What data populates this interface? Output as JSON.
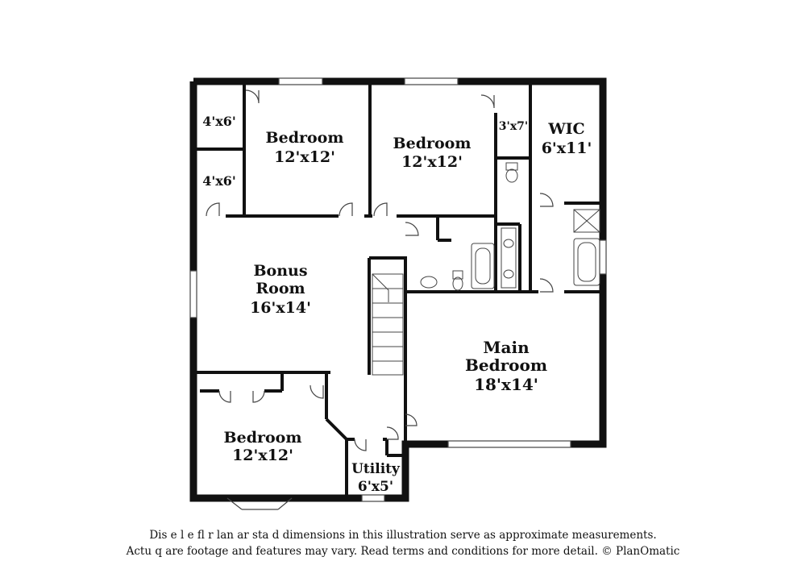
{
  "rooms": {
    "closet_top": {
      "dims": "4'x6'"
    },
    "closet_bottom": {
      "dims": "4'x6'"
    },
    "bedroom_left": {
      "name": "Bedroom",
      "dims": "12'x12'"
    },
    "bedroom_mid": {
      "name": "Bedroom",
      "dims": "12'x12'"
    },
    "closet_small": {
      "dims": "3'x7'"
    },
    "wic": {
      "name": "WIC",
      "dims": "6'x11'"
    },
    "bonus": {
      "name1": "Bonus",
      "name2": "Room",
      "dims": "16'x14'"
    },
    "main_bedroom": {
      "name1": "Main",
      "name2": "Bedroom",
      "dims": "18'x14'"
    },
    "bedroom_bottom": {
      "name": "Bedroom",
      "dims": "12'x12'"
    },
    "utility": {
      "name": "Utility",
      "dims": "6'x5'"
    }
  },
  "disclaimer": {
    "line1": "Dis    e   l e fl r  lan ar   sta  d dimensions in this illustration serve as approximate measurements.",
    "line2": "Actu   q  are footage and features may vary. Read terms and conditions for more detail. © PlanOmatic"
  },
  "colors": {
    "wall": "#111111",
    "fixture": "#444444",
    "background": "#ffffff"
  }
}
